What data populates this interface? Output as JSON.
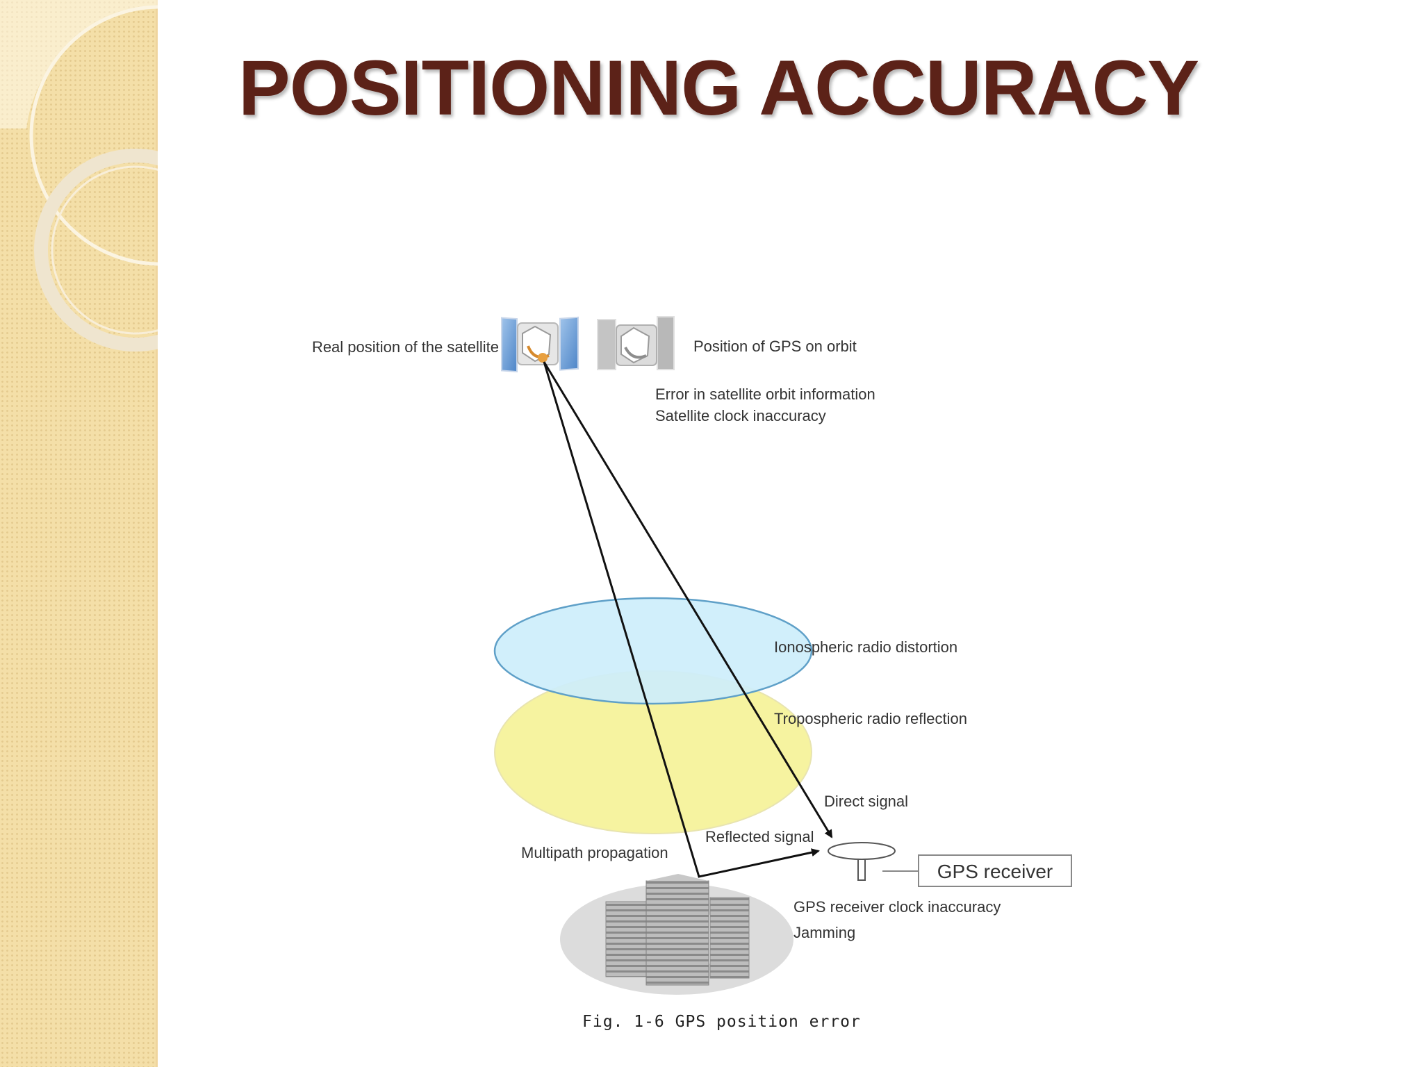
{
  "slide": {
    "title": "POSITIONING ACCURACY",
    "title_color": "#5c2218",
    "sidebar_color": "#f4dfa8"
  },
  "figure": {
    "caption": "Fig. 1-6 GPS position error",
    "labels": {
      "real_position": "Real position of the satellite",
      "orbit_position": "Position of GPS on orbit",
      "orbit_error": "Error in satellite orbit information",
      "clock_error": "Satellite clock inaccuracy",
      "ionosphere": "Ionospheric radio distortion",
      "troposphere": "Tropospheric radio reflection",
      "direct_signal": "Direct signal",
      "reflected_signal": "Reflected signal",
      "multipath": "Multipath propagation",
      "receiver_clock": "GPS receiver clock inaccuracy",
      "jamming": "Jamming"
    },
    "receiver_box": "GPS receiver",
    "colors": {
      "ionosphere_fill": "#cdeefb",
      "ionosphere_stroke": "#5fa0c8",
      "troposphere_fill": "#f6f3a0",
      "signal_line": "#111111",
      "building": "#9a9a9a"
    }
  }
}
